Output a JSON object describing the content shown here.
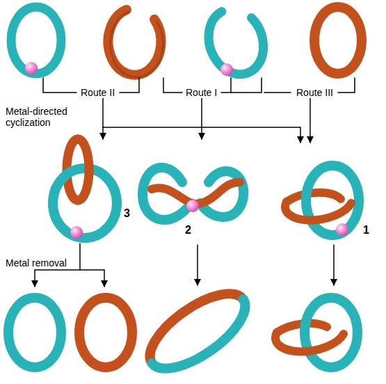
{
  "diagram": {
    "labels": [
      "Route II",
      "Route I",
      "Route III",
      "Metal-directed cyclization",
      "Metal removal",
      "3",
      "2",
      "1"
    ]
  }
}
